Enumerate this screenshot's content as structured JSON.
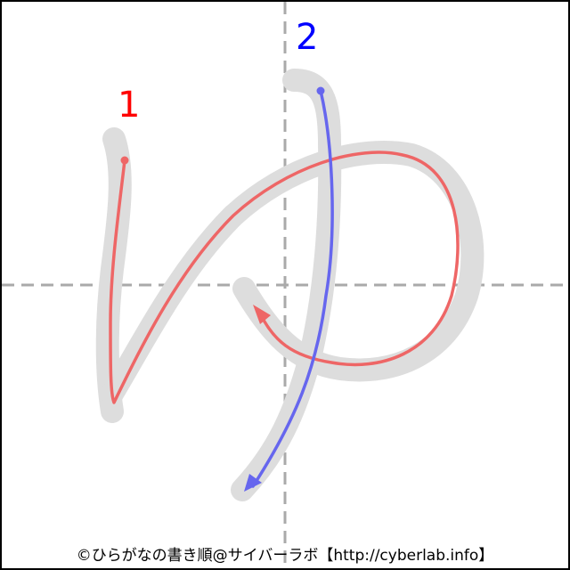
{
  "character": "ゆ",
  "strokes": [
    {
      "number": "1",
      "color": "#ff0000",
      "line_color": "#ee6666"
    },
    {
      "number": "2",
      "color": "#0000ff",
      "line_color": "#6666ee"
    }
  ],
  "guide_color": "#aaaaaa",
  "shadow_color": "#dddddd",
  "copyright": "©ひらがなの書き順@サイバーラボ【http://cyberlab.info】"
}
